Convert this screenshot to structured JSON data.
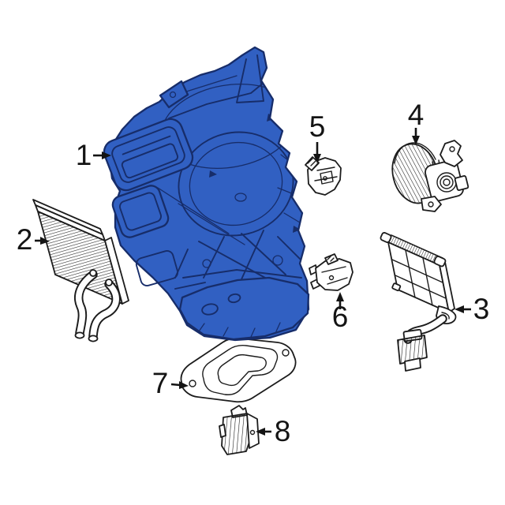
{
  "page": {
    "background": "#ffffff",
    "content": "exploded-parts-line-drawing"
  },
  "colors": {
    "bg": "#ffffff",
    "housing_fill": "#3160c2",
    "housing_line": "#172d6a",
    "part_fill": "#ffffff",
    "ink": "#1c1c1c",
    "label": "#141414"
  },
  "diagram": {
    "style": "isometric exploded view, black line art, one part highlighted blue",
    "highlighted_callout": "1"
  },
  "callouts": [
    {
      "label": "1",
      "part": "hvac-housing-assembly",
      "arrow_direction": "right"
    },
    {
      "label": "2",
      "part": "heater-core-with-pipes",
      "arrow_direction": "right"
    },
    {
      "label": "3",
      "part": "evaporator-core-with-tube-connector",
      "arrow_direction": "left"
    },
    {
      "label": "4",
      "part": "blower-motor",
      "arrow_direction": "down"
    },
    {
      "label": "5",
      "part": "small-actuator-motor-upper",
      "arrow_direction": "down"
    },
    {
      "label": "6",
      "part": "small-actuator-motor-lower",
      "arrow_direction": "up"
    },
    {
      "label": "7",
      "part": "gasket-seal-plate",
      "arrow_direction": "right"
    },
    {
      "label": "8",
      "part": "blower-resistor-module",
      "arrow_direction": "left"
    }
  ]
}
